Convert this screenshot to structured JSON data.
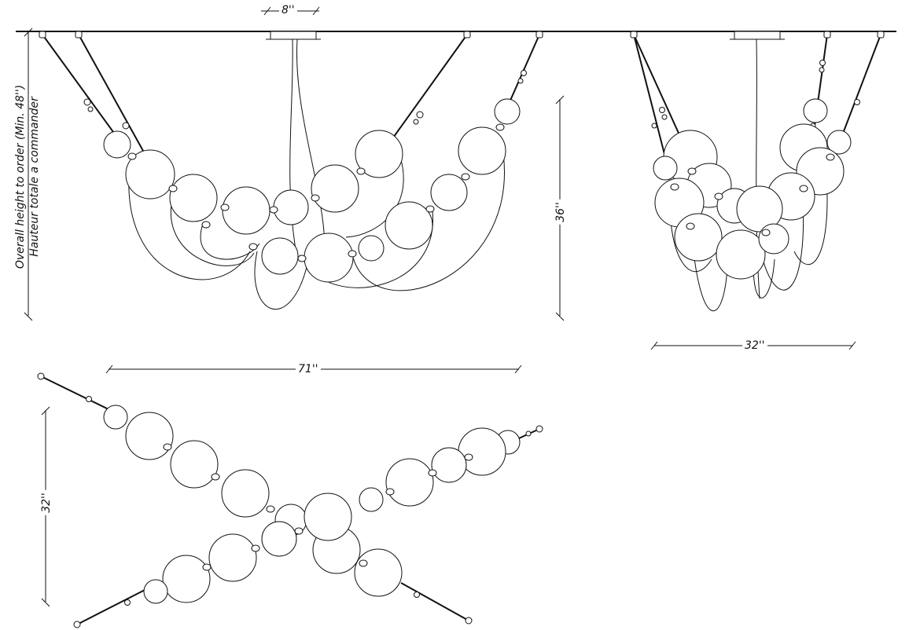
{
  "dimensions": {
    "canopy_width": "8''",
    "height": "36''",
    "front_width": "71''",
    "side_width": "32''",
    "plan_depth": "32''"
  },
  "notes": {
    "overall_height_en": "Overall height to order (Min. 48'')",
    "overall_height_fr": "Hauteur totale a commander"
  }
}
